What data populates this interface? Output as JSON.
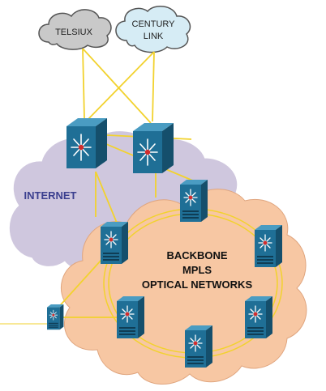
{
  "clouds": {
    "telsiux": {
      "label": "TELSIUX",
      "fill": "#c9c9c9",
      "stroke": "#555555"
    },
    "century_link": {
      "label_line1": "CENTURY",
      "label_line2": "LINK",
      "fill": "#d6ecf5",
      "stroke": "#555555"
    },
    "internet": {
      "label": "INTERNET",
      "fill": "#cfc7de",
      "label_color": "#3b3f8f"
    },
    "backbone": {
      "label_line1": "BACKBONE",
      "label_line2": "MPLS",
      "label_line3": "OPTICAL NETWORKS",
      "fill": "#f7c7a3"
    }
  },
  "link_color": "#f2d22e",
  "device_colors": {
    "front": "#1f6f96",
    "side": "#154f6c",
    "top": "#4a9cc2",
    "accent": "#d12c2c"
  },
  "devices": [
    {
      "name": "internet-core-switch-left",
      "icon": "layer3-switch-icon"
    },
    {
      "name": "internet-core-switch-right",
      "icon": "layer3-switch-icon"
    },
    {
      "name": "backbone-router-top",
      "icon": "router-tower-icon"
    },
    {
      "name": "backbone-router-left",
      "icon": "router-tower-icon"
    },
    {
      "name": "backbone-router-right",
      "icon": "router-tower-icon"
    },
    {
      "name": "backbone-router-bottom-left",
      "icon": "router-tower-icon"
    },
    {
      "name": "backbone-router-bottom",
      "icon": "router-tower-icon"
    },
    {
      "name": "backbone-router-bottom-right",
      "icon": "router-tower-icon"
    },
    {
      "name": "edge-device-small",
      "icon": "router-tower-icon"
    }
  ]
}
